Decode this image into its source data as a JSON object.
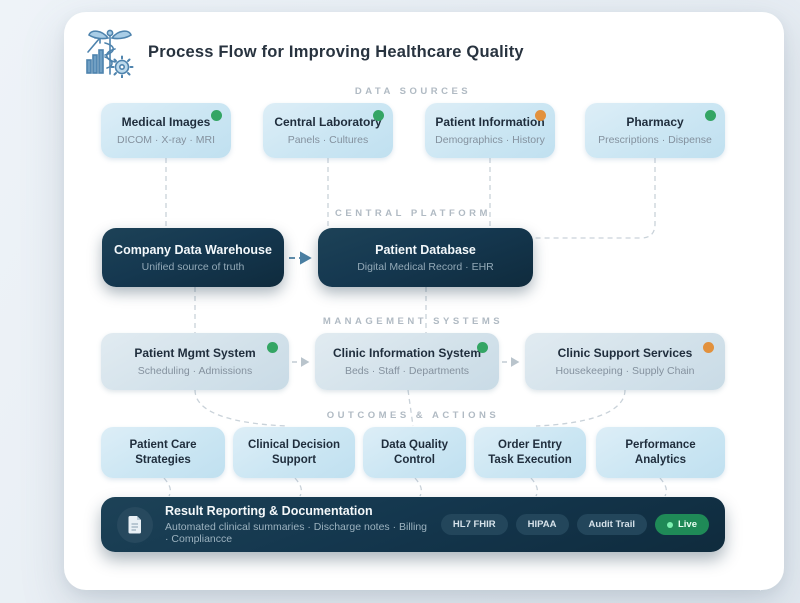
{
  "header": {
    "title": "Process Flow for Improving Healthcare Quality"
  },
  "sections": {
    "data_sources": {
      "label": "DATA SOURCES",
      "nodes": [
        {
          "title": "Medical Images",
          "subtitle": "DICOM · X-ray · MRI",
          "status_color": "#34a564"
        },
        {
          "title": "Central Laboratory",
          "subtitle": "Panels · Cultures",
          "status_color": "#34a564"
        },
        {
          "title": "Patient Information",
          "subtitle": "Demographics · History",
          "status_color": "#e2913d"
        },
        {
          "title": "Pharmacy",
          "subtitle": "Prescriptions · Dispense",
          "status_color": "#34a564"
        }
      ]
    },
    "central_platform": {
      "label": "CENTRAL PLATFORM",
      "nodes": [
        {
          "title": "Company Data Warehouse",
          "subtitle": "Unified source of truth"
        },
        {
          "title": "Patient Database",
          "subtitle": "Digital Medical Record · EHR"
        }
      ]
    },
    "management_systems": {
      "label": "MANAGEMENT SYSTEMS",
      "nodes": [
        {
          "title": "Patient Mgmt System",
          "subtitle": "Scheduling · Admissions",
          "status_color": "#34a564"
        },
        {
          "title": "Clinic Information System",
          "subtitle": "Beds · Staff · Departments",
          "status_color": "#34a564"
        },
        {
          "title": "Clinic Support Services",
          "subtitle": "Housekeeping · Supply Chain",
          "status_color": "#e2913d"
        }
      ]
    },
    "outcomes_actions": {
      "label": "OUTCOMES & ACTIONS",
      "nodes": [
        {
          "title": "Patient Care Strategies"
        },
        {
          "title": "Clinical Decision Support"
        },
        {
          "title": "Data Quality Control"
        },
        {
          "title": "Order Entry Task Execution"
        },
        {
          "title": "Performance Analytics"
        }
      ]
    }
  },
  "reporting": {
    "title": "Result Reporting & Documentation",
    "subtitle": "Automated clinical summaries · Discharge notes · Billing · Compliancce",
    "badges": [
      "HL7 FHIR",
      "HIPAA",
      "Audit Trail"
    ],
    "live_label": "Live"
  }
}
